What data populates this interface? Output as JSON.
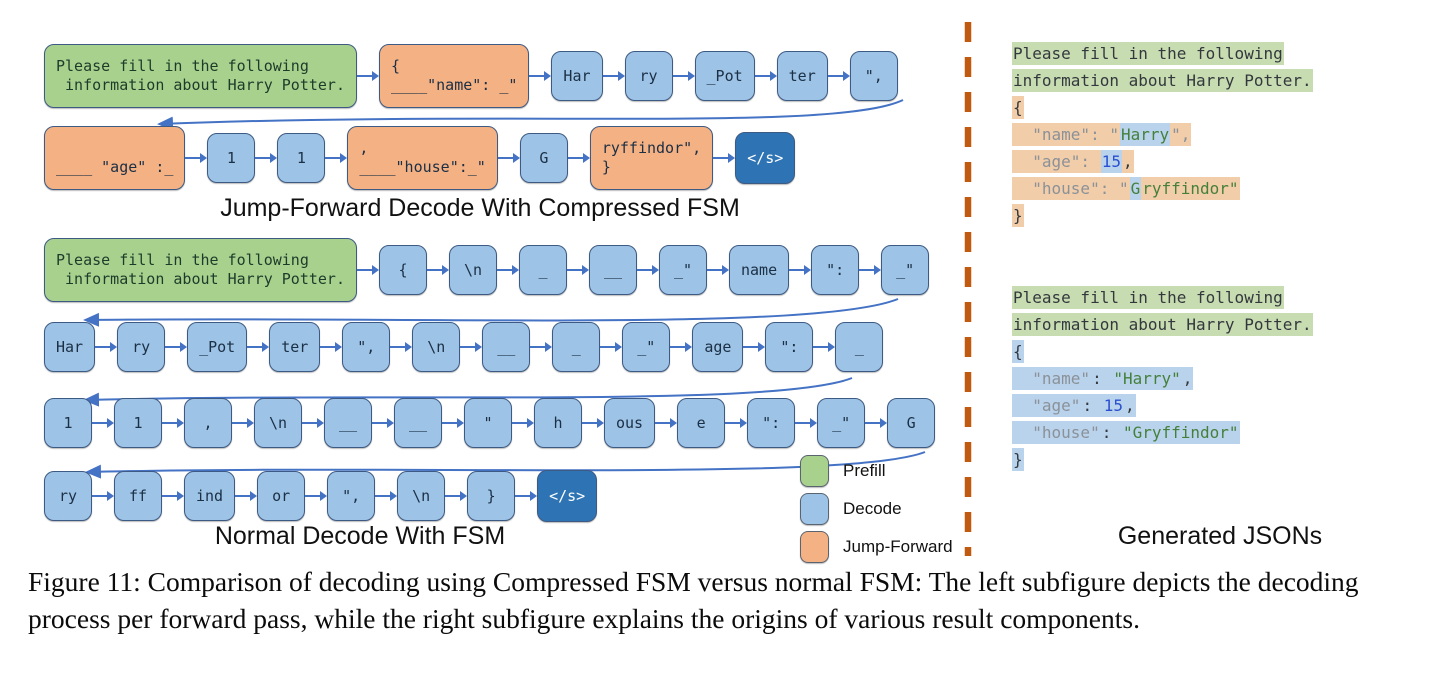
{
  "left": {
    "compressed": {
      "caption": "Jump-Forward Decode With Compressed FSM",
      "rows": [
        [
          {
            "t": "Please fill in the following\n information about Harry Potter.",
            "k": "p"
          },
          {
            "t": "{\n____\"name\": _\"",
            "k": "j"
          },
          {
            "t": "Har",
            "k": "d"
          },
          {
            "t": "ry",
            "k": "d"
          },
          {
            "t": "_Pot",
            "k": "d"
          },
          {
            "t": "ter",
            "k": "d"
          },
          {
            "t": "\",",
            "k": "d"
          }
        ],
        [
          {
            "t": "\n____ \"age\" :_",
            "k": "j"
          },
          {
            "t": "1",
            "k": "d"
          },
          {
            "t": "1",
            "k": "d"
          },
          {
            "t": ",\n____\"house\":_\"",
            "k": "j"
          },
          {
            "t": "G",
            "k": "d"
          },
          {
            "t": "ryffindor\",\n}",
            "k": "j"
          },
          {
            "t": "</s>",
            "k": "e"
          }
        ]
      ]
    },
    "normal": {
      "caption": "Normal Decode With FSM",
      "rows": [
        [
          {
            "t": "Please fill in the following\n information about Harry Potter.",
            "k": "p"
          },
          {
            "t": "{",
            "k": "d"
          },
          {
            "t": "\\n",
            "k": "d"
          },
          {
            "t": "_",
            "k": "d"
          },
          {
            "t": "__",
            "k": "d"
          },
          {
            "t": "_\"",
            "k": "d"
          },
          {
            "t": "name",
            "k": "d"
          },
          {
            "t": "\":",
            "k": "d"
          },
          {
            "t": "_\"",
            "k": "d"
          }
        ],
        [
          {
            "t": "Har",
            "k": "d"
          },
          {
            "t": "ry",
            "k": "d"
          },
          {
            "t": "_Pot",
            "k": "d"
          },
          {
            "t": "ter",
            "k": "d"
          },
          {
            "t": "\",",
            "k": "d"
          },
          {
            "t": "\\n",
            "k": "d"
          },
          {
            "t": "__",
            "k": "d"
          },
          {
            "t": "_",
            "k": "d"
          },
          {
            "t": "_\"",
            "k": "d"
          },
          {
            "t": "age",
            "k": "d"
          },
          {
            "t": "\":",
            "k": "d"
          },
          {
            "t": "_",
            "k": "d"
          }
        ],
        [
          {
            "t": "1",
            "k": "d"
          },
          {
            "t": "1",
            "k": "d"
          },
          {
            "t": ",",
            "k": "d"
          },
          {
            "t": "\\n",
            "k": "d"
          },
          {
            "t": "__",
            "k": "d"
          },
          {
            "t": "__",
            "k": "d"
          },
          {
            "t": "\"",
            "k": "d"
          },
          {
            "t": "h",
            "k": "d"
          },
          {
            "t": "ous",
            "k": "d"
          },
          {
            "t": "e",
            "k": "d"
          },
          {
            "t": "\":",
            "k": "d"
          },
          {
            "t": "_\"",
            "k": "d"
          },
          {
            "t": "G",
            "k": "d"
          }
        ],
        [
          {
            "t": "ry",
            "k": "d"
          },
          {
            "t": "ff",
            "k": "d"
          },
          {
            "t": "ind",
            "k": "d"
          },
          {
            "t": "or",
            "k": "d"
          },
          {
            "t": "\",",
            "k": "d"
          },
          {
            "t": "\\n",
            "k": "d"
          },
          {
            "t": "}",
            "k": "d"
          },
          {
            "t": "</s>",
            "k": "e"
          }
        ]
      ]
    }
  },
  "legend": {
    "items": [
      {
        "label": "Prefill",
        "color": "#a9d18e"
      },
      {
        "label": "Decode",
        "color": "#9dc3e6"
      },
      {
        "label": "Jump-Forward",
        "color": "#f4b183"
      }
    ]
  },
  "right": {
    "caption": "Generated JSONs",
    "panels": [
      {
        "lines": [
          [
            {
              "t": "Please fill in the following",
              "bg": "g",
              "c": "plain"
            }
          ],
          [
            {
              "t": "information about Harry Potter.",
              "bg": "g",
              "c": "plain"
            }
          ],
          [
            {
              "t": "{",
              "bg": "o",
              "c": "plain"
            }
          ],
          [
            {
              "t": "  \"name\": \"",
              "bg": "o",
              "c": "key"
            },
            {
              "t": "Harry",
              "bg": "b",
              "c": "str"
            },
            {
              "t": "\",",
              "bg": "o",
              "c": "key"
            }
          ],
          [
            {
              "t": "  \"age\": ",
              "bg": "o",
              "c": "key"
            },
            {
              "t": "15",
              "bg": "b",
              "c": "num"
            },
            {
              "t": ",",
              "bg": "o",
              "c": "plain"
            }
          ],
          [
            {
              "t": "  \"house\": \"",
              "bg": "o",
              "c": "key"
            },
            {
              "t": "G",
              "bg": "b",
              "c": "str"
            },
            {
              "t": "ryffindor\"",
              "bg": "o",
              "c": "str"
            }
          ],
          [
            {
              "t": "}",
              "bg": "o",
              "c": "plain"
            }
          ]
        ]
      },
      {
        "lines": [
          [
            {
              "t": "Please fill in the following",
              "bg": "g",
              "c": "plain"
            }
          ],
          [
            {
              "t": "information about Harry Potter.",
              "bg": "g",
              "c": "plain"
            }
          ],
          [
            {
              "t": "{",
              "bg": "b",
              "c": "plain"
            }
          ],
          [
            {
              "t": "  \"name\"",
              "bg": "b",
              "c": "key"
            },
            {
              "t": ": ",
              "bg": "b",
              "c": "plain"
            },
            {
              "t": "\"Harry\"",
              "bg": "b",
              "c": "str"
            },
            {
              "t": ",",
              "bg": "b",
              "c": "plain"
            }
          ],
          [
            {
              "t": "  \"age\"",
              "bg": "b",
              "c": "key"
            },
            {
              "t": ": ",
              "bg": "b",
              "c": "plain"
            },
            {
              "t": "15",
              "bg": "b",
              "c": "num"
            },
            {
              "t": ",",
              "bg": "b",
              "c": "plain"
            }
          ],
          [
            {
              "t": "  \"house\"",
              "bg": "b",
              "c": "key"
            },
            {
              "t": ": ",
              "bg": "b",
              "c": "plain"
            },
            {
              "t": "\"Gryffindor\"",
              "bg": "b",
              "c": "str"
            }
          ],
          [
            {
              "t": "}",
              "bg": "b",
              "c": "plain"
            }
          ]
        ]
      }
    ]
  },
  "figure_caption": "Figure 11: Comparison of decoding using Compressed FSM versus normal FSM: The left subfigure depicts the decoding process per forward pass, while the right subfigure explains the origins of various result components.",
  "colors": {
    "prefill": "#a9d18e",
    "decode": "#9dc3e6",
    "jump_forward": "#f4b183",
    "eos": "#2e74b5",
    "arrow": "#4472c4",
    "divider": "#c05a11"
  }
}
